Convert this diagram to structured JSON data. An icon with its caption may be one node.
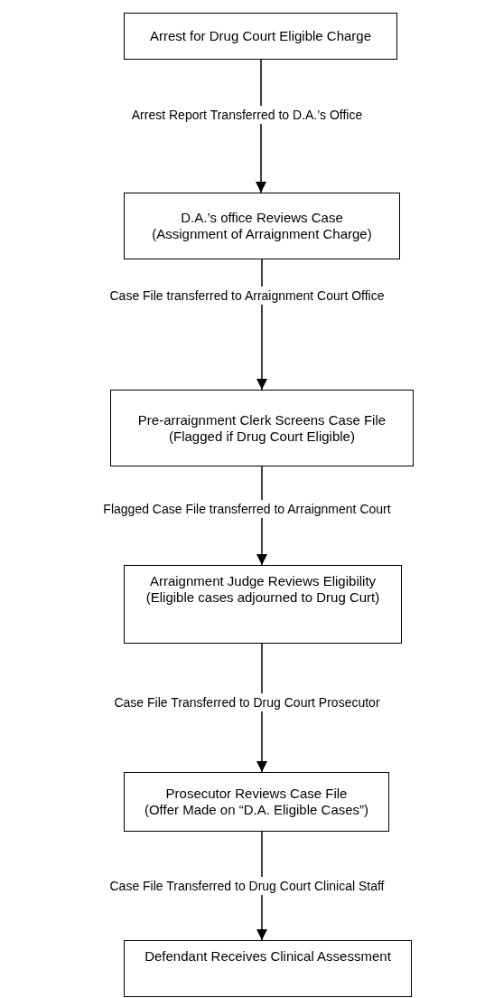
{
  "diagram": {
    "nodes": [
      {
        "text": [
          "Arrest for Drug Court Eligible Charge"
        ]
      },
      {
        "text": [
          "D.A.’s office Reviews Case",
          "(Assignment of Arraignment Charge)"
        ]
      },
      {
        "text": [
          "Pre-arraignment Clerk Screens Case File",
          "(Flagged if Drug Court Eligible)"
        ]
      },
      {
        "text": [
          "Arraignment Judge Reviews Eligibility",
          "(Eligible cases adjourned to Drug Curt)"
        ]
      },
      {
        "text": [
          "Prosecutor Reviews Case File",
          "(Offer Made on “D.A. Eligible Cases”)"
        ]
      },
      {
        "text": [
          "Defendant Receives Clinical Assessment"
        ]
      }
    ],
    "edges": [
      {
        "from": 0,
        "to": 1,
        "arrow": "to",
        "label": "Arrest Report Transferred to D.A.’s Office"
      },
      {
        "from": 1,
        "to": 2,
        "arrow": "to",
        "label": "Case File transferred to Arraignment Court Office"
      },
      {
        "from": 2,
        "to": 3,
        "arrow": "to",
        "label": "Flagged Case File transferred to Arraignment Court"
      },
      {
        "from": 3,
        "to": 4,
        "arrow": "to",
        "label": "Case File Transferred to Drug Court Prosecutor"
      },
      {
        "from": 4,
        "to": 5,
        "arrow": "to",
        "label": "Case File Transferred to Drug Court Clinical Staff"
      }
    ]
  }
}
